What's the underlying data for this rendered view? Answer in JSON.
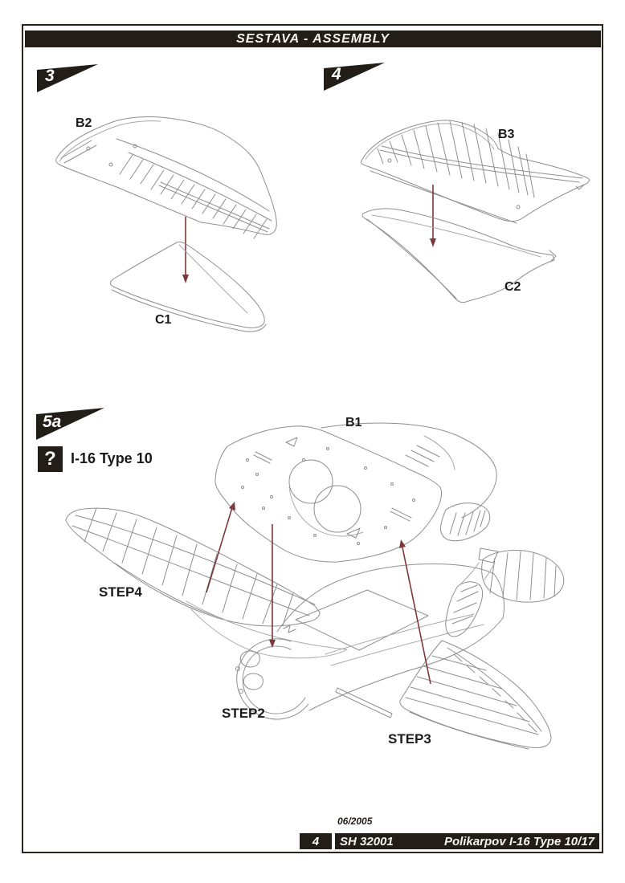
{
  "header": {
    "title": "SESTAVA -  ASSEMBLY"
  },
  "colors": {
    "ink_black": "#231d18",
    "line_gray": "#8e8e8e",
    "arrow_red": "#7d3939"
  },
  "step3": {
    "badge": "3",
    "upper_part": "B2",
    "lower_part": "C1"
  },
  "step4": {
    "badge": "4",
    "upper_part": "B3",
    "lower_part": "C2"
  },
  "step5a": {
    "badge": "5a",
    "note_symbol": "?",
    "note_text": "I-16 Type 10",
    "center_part": "B1",
    "left_wing_label": "STEP4",
    "fuselage_label": "STEP2",
    "right_wing_label": "STEP3"
  },
  "footer": {
    "date": "06/2005",
    "page_number": "4",
    "kit_code": "SH 32001",
    "kit_title": "Polikarpov I-16 Type 10/17"
  }
}
